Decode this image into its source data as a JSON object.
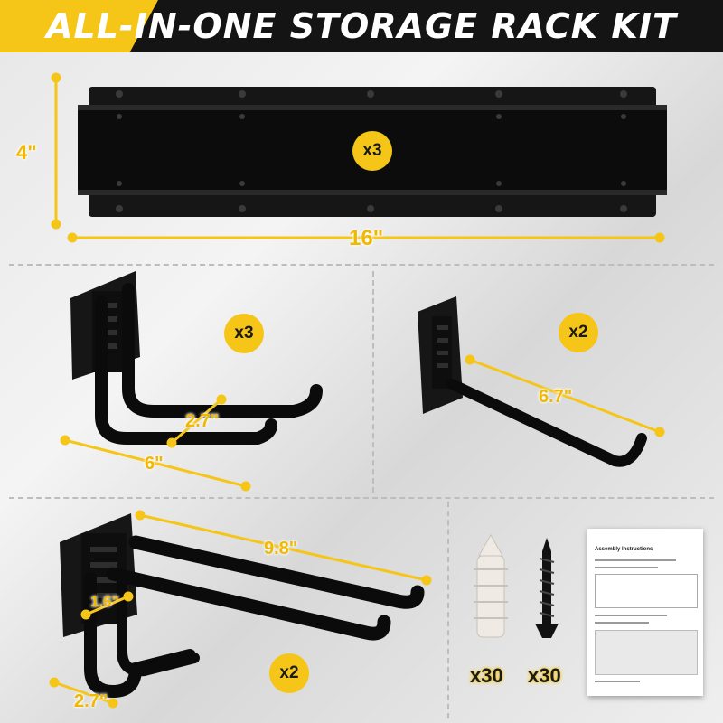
{
  "banner": {
    "title": "ALL-IN-ONE STORAGE RACK KIT"
  },
  "rail": {
    "qty": "x3",
    "height": "4\"",
    "width": "16\""
  },
  "hook_double": {
    "qty": "x3",
    "spacing": "2.7\"",
    "length": "6\""
  },
  "hook_single": {
    "qty": "x2",
    "length": "6.7\""
  },
  "hook_large": {
    "qty": "x2",
    "length": "9.8\"",
    "spacing": "1.6\"",
    "drop": "2.7\""
  },
  "anchors": {
    "qty": "x30"
  },
  "screws": {
    "qty": "x30"
  },
  "manual": {
    "title": "Assembly Instructions"
  },
  "colors": {
    "accent": "#f5c518",
    "metal": "#111111",
    "banner": "#141414"
  },
  "icons": [
    "wall-anchor-icon",
    "screw-icon",
    "manual-icon"
  ]
}
